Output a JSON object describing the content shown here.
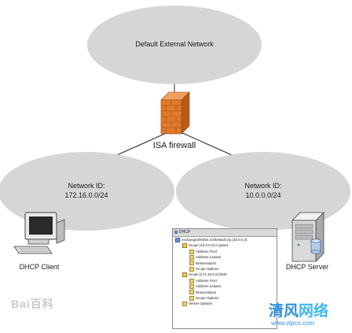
{
  "diagram": {
    "external_network": {
      "label": "Default External Network"
    },
    "firewall": {
      "label": "ISA firewall",
      "icon": "firewall-brick-icon"
    },
    "left_network": {
      "line1": "Network ID:",
      "line2": "172.16.0.0/24"
    },
    "right_network": {
      "line1": "Network ID:",
      "line2": "10.0.0.0/24"
    },
    "client": {
      "label": "DHCP Client",
      "icon": "desktop-computer-icon"
    },
    "server": {
      "label": "DHCP Server",
      "icon": "server-tower-icon"
    },
    "dhcp_console": {
      "title": "DHCP",
      "rows": [
        {
          "text": "exchange2003be.msfirewall.org [10.0.0.2]",
          "level": 0,
          "kind": "server"
        },
        {
          "text": "Scope [10.0.0.0] Corpnet",
          "level": 1,
          "kind": "scope"
        },
        {
          "text": "Address Pool",
          "level": 2,
          "kind": "leaf"
        },
        {
          "text": "Address Leases",
          "level": 2,
          "kind": "leaf"
        },
        {
          "text": "Reservations",
          "level": 2,
          "kind": "leaf"
        },
        {
          "text": "Scope Options",
          "level": 2,
          "kind": "leaf"
        },
        {
          "text": "Scope [172.16.0.0] DMZ",
          "level": 1,
          "kind": "scope"
        },
        {
          "text": "Address Pool",
          "level": 2,
          "kind": "leaf"
        },
        {
          "text": "Address Leases",
          "level": 2,
          "kind": "leaf"
        },
        {
          "text": "Reservations",
          "level": 2,
          "kind": "leaf"
        },
        {
          "text": "Scope Options",
          "level": 2,
          "kind": "leaf"
        },
        {
          "text": "Server Options",
          "level": 1,
          "kind": "leaf"
        }
      ]
    },
    "colors": {
      "cloud_fill": "#d6d6d6",
      "line": "#222222",
      "brick": "#e07a2a"
    }
  },
  "watermarks": {
    "baidu": "Bai百科",
    "qingfeng_part1": "清风",
    "qingfeng_part2": "网络",
    "url": "www.vipcn.com"
  }
}
